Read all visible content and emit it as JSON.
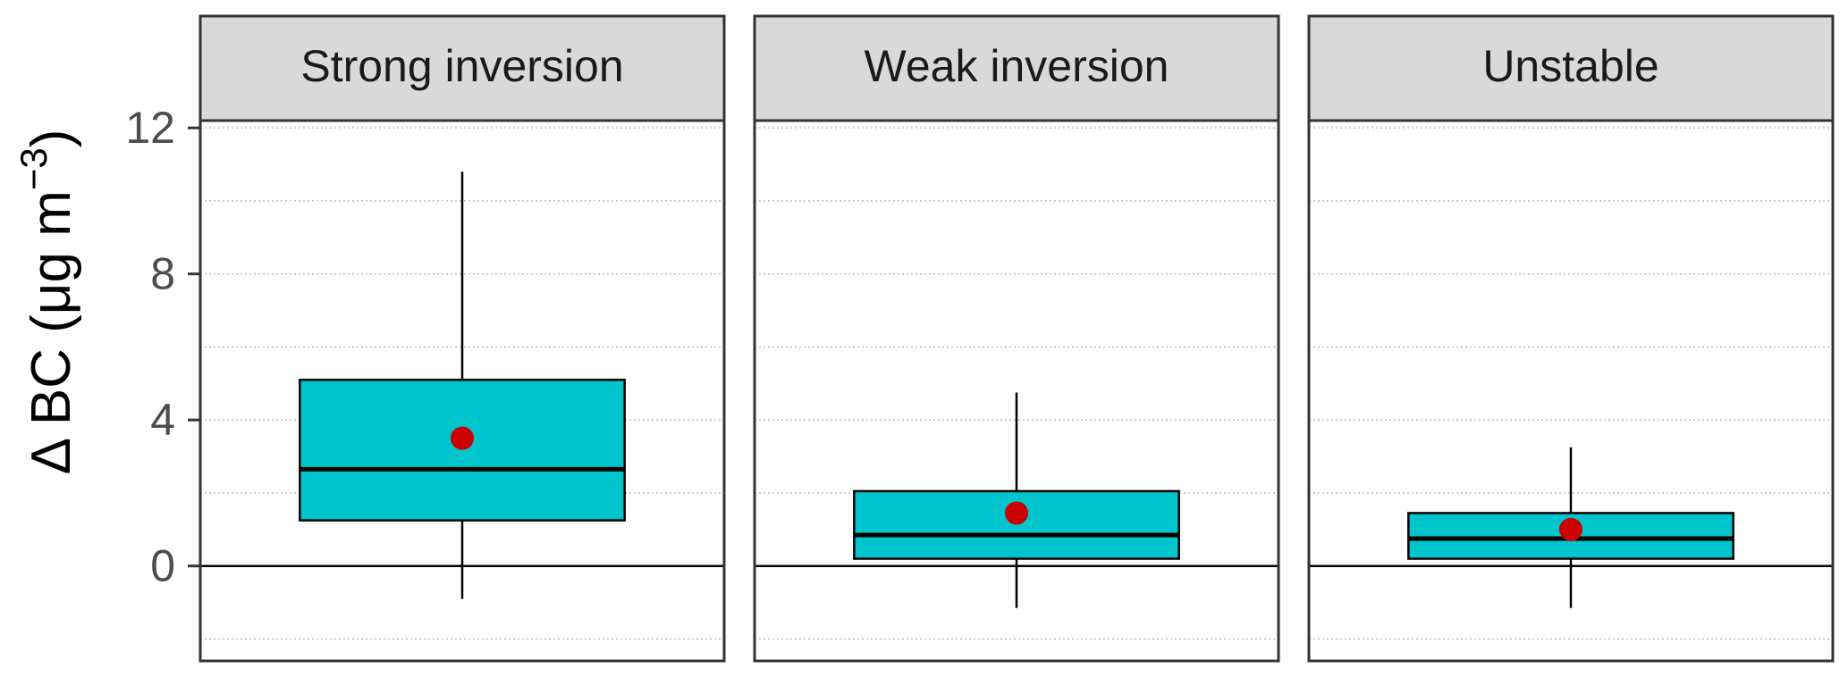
{
  "chart_data": {
    "type": "boxplot",
    "ylabel": {
      "main": "Δ BC (μg m",
      "sup": "−3",
      "close": ")"
    },
    "ylim": [
      -2.6,
      12.2
    ],
    "yticks": [
      0,
      4,
      8,
      12
    ],
    "minor_gridlines": [
      -2,
      2,
      6,
      10
    ],
    "zero_line": 0,
    "grid": "horizontal dotted",
    "colors": {
      "box_fill": "#00C5CD",
      "mean_point": "#CC0000",
      "strip_bg": "#D9D9D9",
      "panel_border": "#333333",
      "grid": "#BEBEBE"
    },
    "panels": [
      {
        "label": "Strong inversion",
        "whisker_low": -0.9,
        "q1": 1.25,
        "median": 2.65,
        "q3": 5.1,
        "whisker_high": 10.8,
        "mean": 3.5
      },
      {
        "label": "Weak inversion",
        "whisker_low": -1.15,
        "q1": 0.2,
        "median": 0.85,
        "q3": 2.05,
        "whisker_high": 4.75,
        "mean": 1.45
      },
      {
        "label": "Unstable",
        "whisker_low": -1.15,
        "q1": 0.2,
        "median": 0.75,
        "q3": 1.45,
        "whisker_high": 3.25,
        "mean": 1.0
      }
    ]
  }
}
